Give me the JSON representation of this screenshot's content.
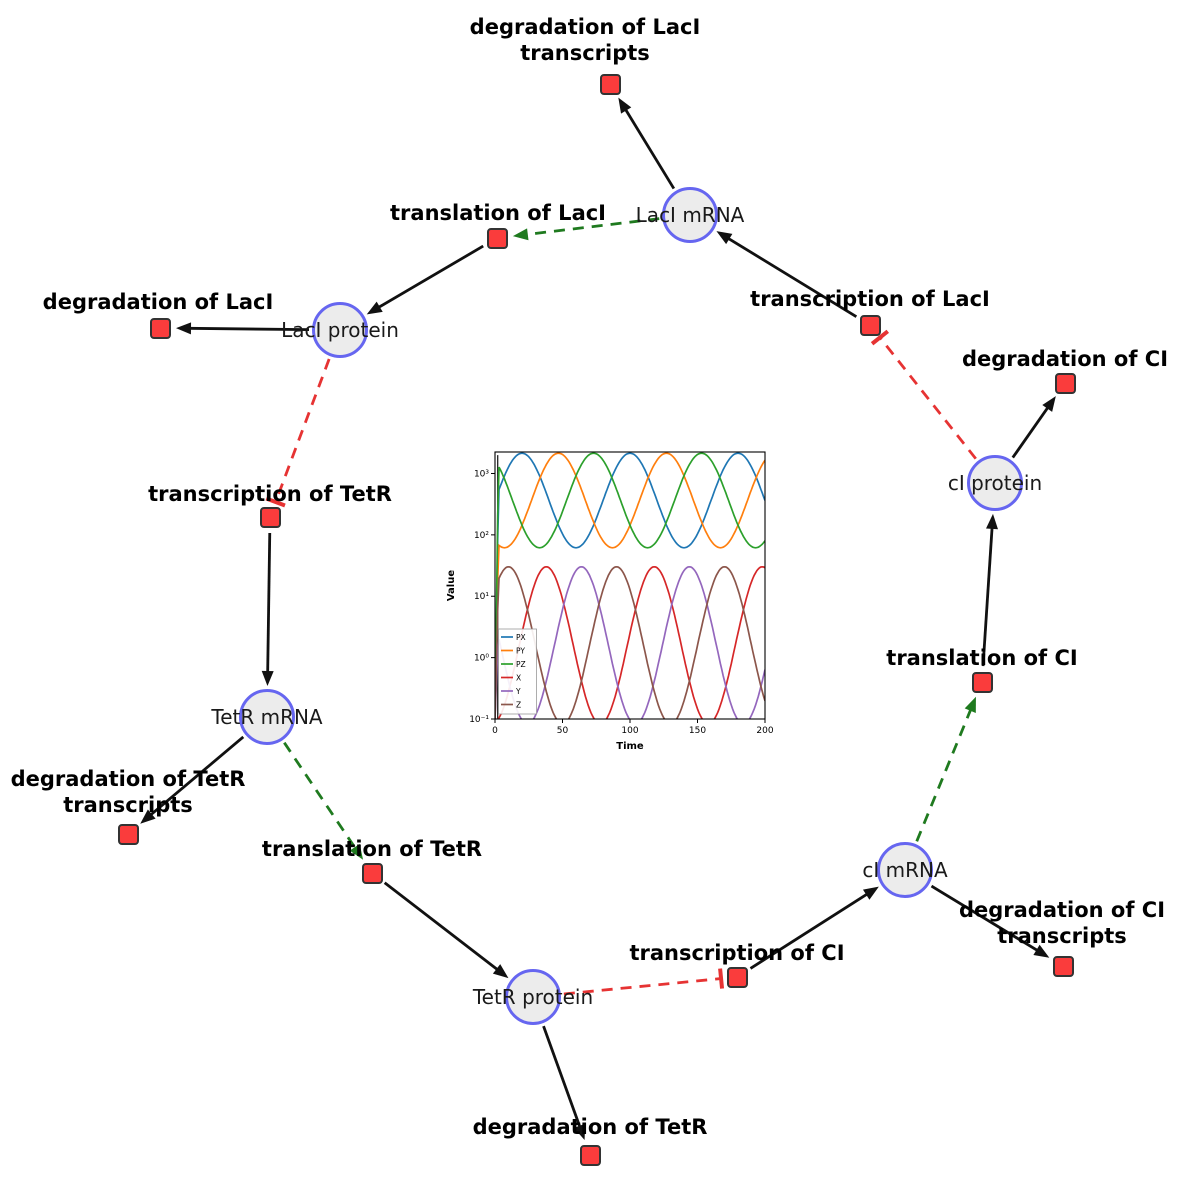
{
  "diagram": {
    "colors": {
      "species_fill": "#ececec",
      "species_border": "#6666f0",
      "reaction_fill": "#fa3c3c",
      "reaction_border": "#333333",
      "edge_black": "#111111",
      "edge_modifier_green": "#1f7a1f",
      "edge_inhibition_red": "#e63333"
    },
    "species": [
      {
        "id": "laci-mrna",
        "label": "LacI mRNA"
      },
      {
        "id": "laci-protein",
        "label": "LacI protein"
      },
      {
        "id": "tetr-mrna",
        "label": "TetR mRNA"
      },
      {
        "id": "tetr-protein",
        "label": "TetR protein"
      },
      {
        "id": "ci-mrna",
        "label": "cI mRNA"
      },
      {
        "id": "ci-protein",
        "label": "cI protein"
      }
    ],
    "reactions": [
      {
        "id": "deg-laci-transcripts",
        "lines": [
          "degradation of LacI",
          "transcripts"
        ]
      },
      {
        "id": "translation-laci",
        "lines": [
          "translation of LacI"
        ]
      },
      {
        "id": "deg-laci",
        "lines": [
          "degradation of LacI"
        ]
      },
      {
        "id": "transcription-laci",
        "lines": [
          "transcription of LacI"
        ]
      },
      {
        "id": "deg-ci",
        "lines": [
          "degradation of CI"
        ]
      },
      {
        "id": "transcription-tetr",
        "lines": [
          "transcription of TetR"
        ]
      },
      {
        "id": "translation-ci",
        "lines": [
          "translation of CI"
        ]
      },
      {
        "id": "deg-tetr-transcripts",
        "lines": [
          "degradation of TetR",
          "transcripts"
        ]
      },
      {
        "id": "translation-tetr",
        "lines": [
          "translation of TetR"
        ]
      },
      {
        "id": "transcription-ci",
        "lines": [
          "transcription of CI"
        ]
      },
      {
        "id": "deg-ci-transcripts",
        "lines": [
          "degradation of CI",
          "transcripts"
        ]
      },
      {
        "id": "deg-tetr",
        "lines": [
          "degradation of TetR"
        ]
      }
    ],
    "edge_types": {
      "consumption": "solid black arrow into reaction",
      "production": "solid black arrow into species",
      "modifier": "dashed green arrow into reaction",
      "inhibition": "dashed red T-bar into reaction"
    }
  },
  "chart_data": {
    "type": "line",
    "xlabel": "Time",
    "ylabel": "Value",
    "x_range": [
      0,
      200
    ],
    "x_ticks": [
      0,
      50,
      100,
      150,
      200
    ],
    "y_scale": "log10",
    "y_tick_labels": [
      "10⁻¹",
      "10⁰",
      "10¹",
      "10²",
      "10³"
    ],
    "y_tick_exponents": [
      -1,
      0,
      1,
      2,
      3
    ],
    "legend_position": "lower-left",
    "legend": [
      "PX",
      "PY",
      "PZ",
      "X",
      "Y",
      "Z"
    ],
    "series": [
      {
        "name": "PX",
        "color": "#1f77b4",
        "log10_mid": 2.56,
        "log10_amp": 0.77,
        "period": 80,
        "first_peak_t": 20,
        "approx_min": 62,
        "approx_max": 2140
      },
      {
        "name": "PY",
        "color": "#ff7f0e",
        "log10_mid": 2.56,
        "log10_amp": 0.77,
        "period": 80,
        "first_peak_t": 47,
        "approx_min": 62,
        "approx_max": 2140
      },
      {
        "name": "PZ",
        "color": "#2ca02c",
        "log10_mid": 2.56,
        "log10_amp": 0.77,
        "period": 80,
        "first_peak_t": 73,
        "approx_min": 62,
        "approx_max": 2140
      },
      {
        "name": "X",
        "color": "#d62728",
        "log10_mid": 0.2,
        "log10_amp": 1.28,
        "period": 80,
        "first_peak_t": 38,
        "approx_min": 0.08,
        "approx_max": 30
      },
      {
        "name": "Y",
        "color": "#9467bd",
        "log10_mid": 0.2,
        "log10_amp": 1.28,
        "period": 80,
        "first_peak_t": 64,
        "approx_min": 0.08,
        "approx_max": 30
      },
      {
        "name": "Z",
        "color": "#8c564b",
        "log10_mid": 0.2,
        "log10_amp": 1.28,
        "period": 80,
        "first_peak_t": 90,
        "approx_min": 0.08,
        "approx_max": 30
      }
    ],
    "initial_transient": {
      "start_value": 0.1,
      "ramp_end_t": 2.5
    }
  }
}
